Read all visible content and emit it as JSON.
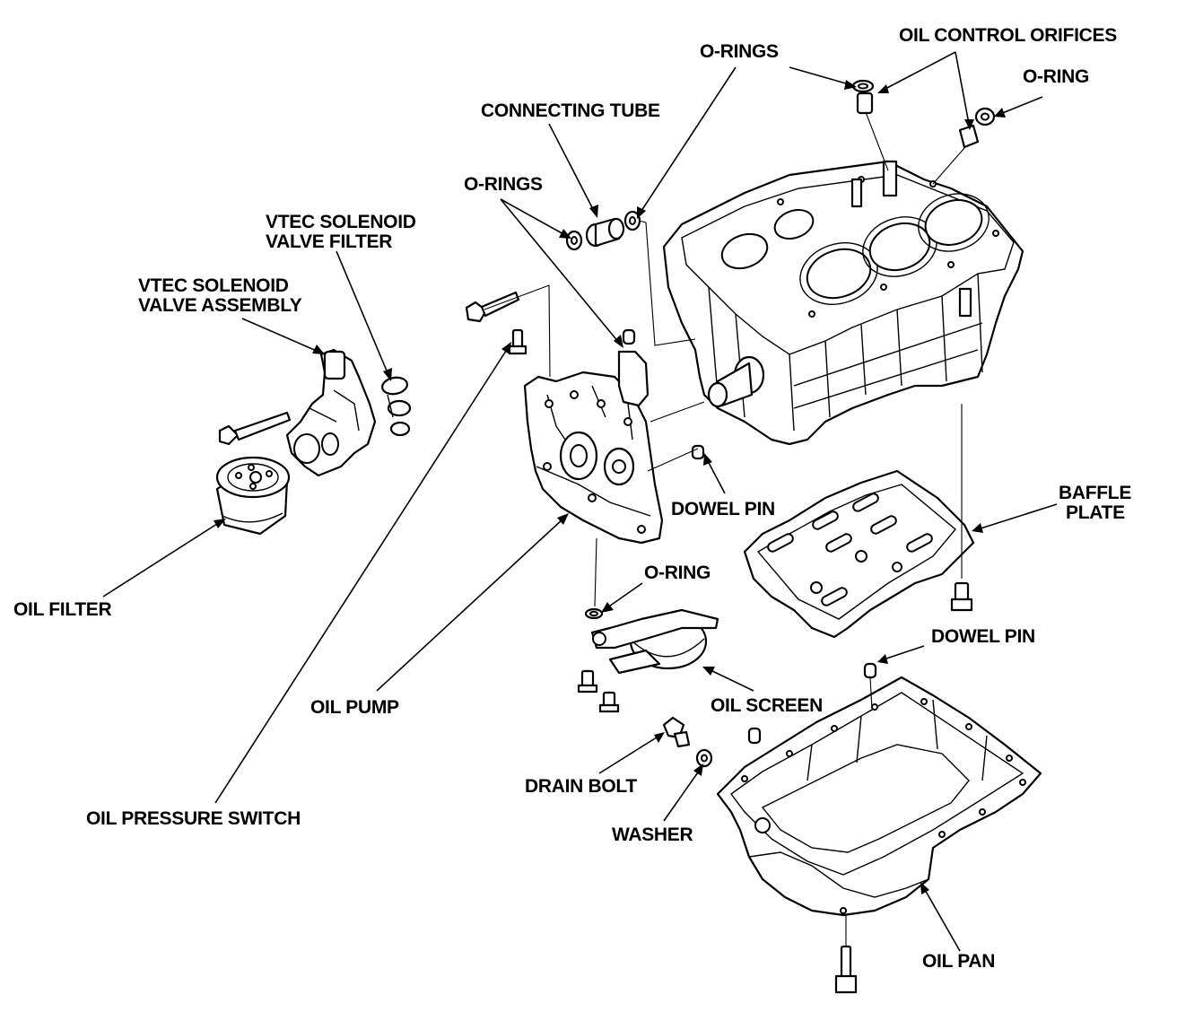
{
  "labels": {
    "o_rings_top": "O-RINGS",
    "oil_control_orifices": "OIL CONTROL ORIFICES",
    "o_ring_top_right": "O-RING",
    "connecting_tube": "CONNECTING TUBE",
    "o_rings_mid": "O-RINGS",
    "vtec_filter_line1": "VTEC SOLENOID",
    "vtec_filter_line2": "VALVE FILTER",
    "vtec_assembly_line1": "VTEC SOLENOID",
    "vtec_assembly_line2": "VALVE ASSEMBLY",
    "dowel_pin_mid": "DOWEL PIN",
    "baffle_plate_line1": "BAFFLE",
    "baffle_plate_line2": "PLATE",
    "o_ring_screen": "O-RING",
    "oil_filter": "OIL FILTER",
    "dowel_pin_pan": "DOWEL PIN",
    "oil_pump": "OIL PUMP",
    "oil_screen": "OIL SCREEN",
    "drain_bolt": "DRAIN BOLT",
    "oil_pressure_switch": "OIL PRESSURE SWITCH",
    "washer": "WASHER",
    "oil_pan": "OIL PAN"
  },
  "icons": {
    "engine_block": "engine-block-icon",
    "oil_pump": "oil-pump-icon",
    "oil_pan": "oil-pan-icon",
    "baffle_plate": "baffle-plate-icon",
    "oil_filter": "oil-filter-icon",
    "vtec_solenoid": "vtec-solenoid-icon",
    "oil_screen": "oil-screen-icon"
  }
}
